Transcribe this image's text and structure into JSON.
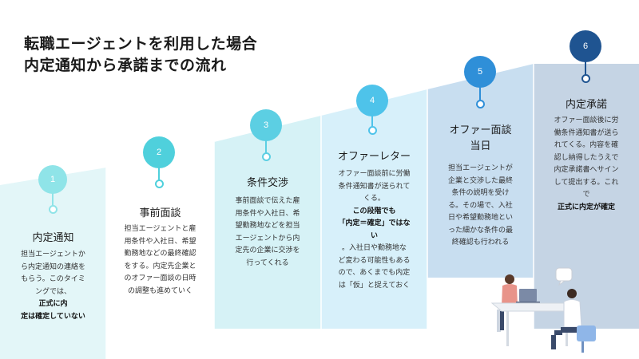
{
  "title": {
    "line1": "転職エージェントを利用した場合",
    "line2": "内定通知から承諾までの流れ"
  },
  "colors": {
    "step1": "#8fe4e8",
    "step2": "#4fd0dc",
    "step3": "#5ccfe3",
    "step4": "#4ec3ea",
    "step5": "#2f8fd8",
    "step6": "#1f5491"
  },
  "steps": [
    {
      "number": "1",
      "title_lines": [
        "内定通知"
      ],
      "desc_lines": [
        [
          {
            "t": "担当エージェントか"
          }
        ],
        [
          {
            "t": "ら内定通知の連絡を"
          }
        ],
        [
          {
            "t": "もらう。このタイミ"
          }
        ],
        [
          {
            "t": "ングでは、"
          },
          {
            "t": "正式に内",
            "b": true
          }
        ],
        [
          {
            "t": "定は確定していない",
            "b": true
          }
        ]
      ]
    },
    {
      "number": "2",
      "title_lines": [
        "事前面談"
      ],
      "desc_lines": [
        [
          {
            "t": "担当エージェントと雇"
          }
        ],
        [
          {
            "t": "用条件や入社日、希望"
          }
        ],
        [
          {
            "t": "勤務地などの最終確認"
          }
        ],
        [
          {
            "t": "をする。内定先企業と"
          }
        ],
        [
          {
            "t": "のオファー面談の日時"
          }
        ],
        [
          {
            "t": "の調整も進めていく"
          }
        ]
      ]
    },
    {
      "number": "3",
      "title_lines": [
        "条件交渉"
      ],
      "desc_lines": [
        [
          {
            "t": "事前面談で伝えた雇"
          }
        ],
        [
          {
            "t": "用条件や入社日、希"
          }
        ],
        [
          {
            "t": "望勤務地などを担当"
          }
        ],
        [
          {
            "t": "エージェントから内"
          }
        ],
        [
          {
            "t": "定先の企業に交渉を"
          }
        ],
        [
          {
            "t": "行ってくれる"
          }
        ]
      ]
    },
    {
      "number": "4",
      "title_lines": [
        "オファーレター"
      ],
      "desc_lines": [
        [
          {
            "t": "オファー面談前に労働"
          }
        ],
        [
          {
            "t": "条件通知書が送られて"
          }
        ],
        [
          {
            "t": "くる。"
          },
          {
            "t": "この段階でも",
            "b": true
          }
        ],
        [
          {
            "t": "「内定＝確定」ではな",
            "b": true
          }
        ],
        [
          {
            "t": "い",
            "b": true
          },
          {
            "t": "。入社日や勤務地な"
          }
        ],
        [
          {
            "t": "ど変わる可能性もある"
          }
        ],
        [
          {
            "t": "ので、あくまでも内定"
          }
        ],
        [
          {
            "t": "は「仮」と捉えておく"
          }
        ]
      ]
    },
    {
      "number": "5",
      "title_lines": [
        "オファー面談",
        "当日"
      ],
      "desc_lines": [
        [
          {
            "t": "担当エージェントが"
          }
        ],
        [
          {
            "t": "企業と交渉した最終"
          }
        ],
        [
          {
            "t": "条件の説明を受け"
          }
        ],
        [
          {
            "t": "る。その場で、入社"
          }
        ],
        [
          {
            "t": "日や希望勤務地とい"
          }
        ],
        [
          {
            "t": "った細かな条件の最"
          }
        ],
        [
          {
            "t": "終確認も行われる"
          }
        ]
      ]
    },
    {
      "number": "6",
      "title_lines": [
        "内定承諾"
      ],
      "desc_lines": [
        [
          {
            "t": "オファー面談後に労"
          }
        ],
        [
          {
            "t": "働条件通知書が送ら"
          }
        ],
        [
          {
            "t": "れてくる。内容を確"
          }
        ],
        [
          {
            "t": "認し納得したうえで"
          }
        ],
        [
          {
            "t": "内定承諾書へサイン"
          }
        ],
        [
          {
            "t": "して提出する。これ"
          }
        ],
        [
          {
            "t": "で"
          },
          {
            "t": "正式に内定が確定",
            "b": true
          }
        ]
      ]
    }
  ]
}
